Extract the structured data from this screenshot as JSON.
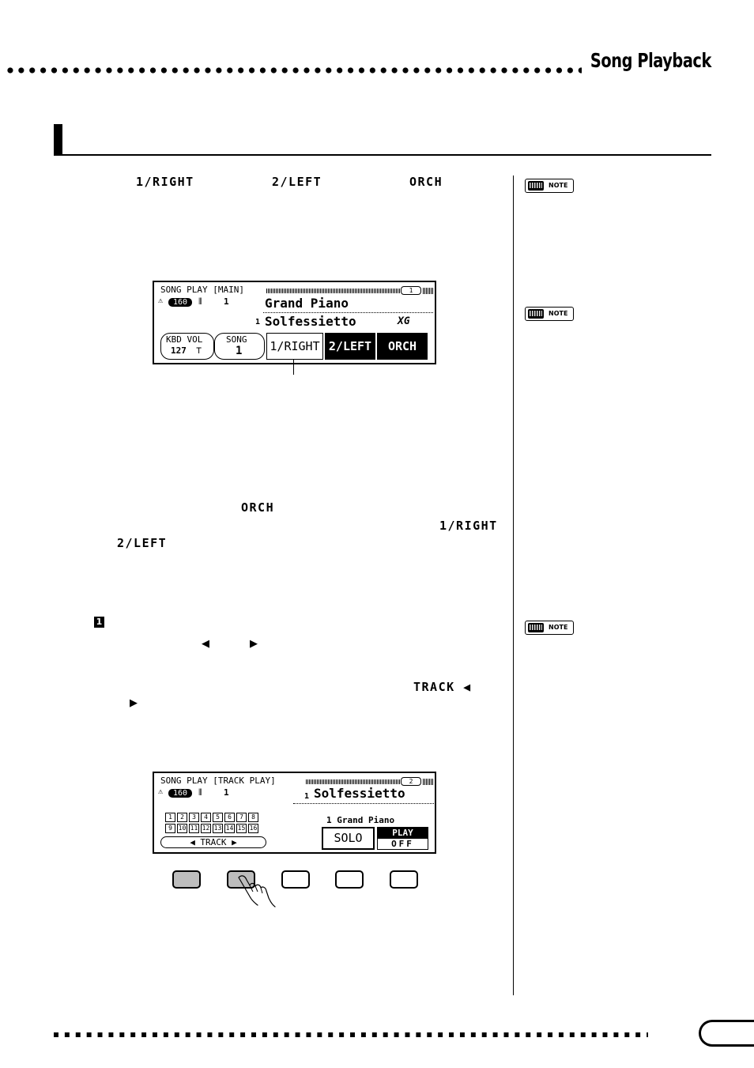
{
  "header": {
    "title": "Song Playback"
  },
  "para1": {
    "kw1": "1/RIGHT",
    "kw2": "2/LEFT",
    "kw3": "ORCH"
  },
  "note_labels": [
    "NOTE",
    "NOTE",
    "NOTE"
  ],
  "lcd1": {
    "title": "SONG PLAY [MAIN]",
    "page": "1",
    "tempo": "160",
    "measure": "1",
    "voice": "Grand Piano",
    "song_num": "1",
    "song_name": "Solfessietto",
    "xg": "XG",
    "kbd_vol_label": "KBD VOL",
    "kbd_vol_value": "127",
    "song_label": "SONG",
    "song_value": "1",
    "btn_right": "1/RIGHT",
    "btn_left": "2/LEFT",
    "btn_orch": "ORCH"
  },
  "para2": {
    "kw_orch": "ORCH",
    "kw_right": "1/RIGHT",
    "kw_left": "2/LEFT"
  },
  "step1": {
    "num": "1",
    "arrow_left": "◀",
    "arrow_right": "▶",
    "kw_track": "TRACK ◀",
    "arrow_right2": "▶"
  },
  "lcd2": {
    "title": "SONG PLAY [TRACK PLAY]",
    "page": "2",
    "tempo": "160",
    "measure": "1",
    "song_num": "1",
    "song_name": "Solfessietto",
    "tracks_row1": [
      "1",
      "2",
      "3",
      "4",
      "5",
      "6",
      "7",
      "8"
    ],
    "tracks_row2": [
      "9",
      "10",
      "11",
      "12",
      "13",
      "14",
      "15",
      "16"
    ],
    "track_btn": "◀ TRACK ▶",
    "track_voice": "1 Grand Piano",
    "solo": "SOLO",
    "play": "PLAY",
    "off": "OFF"
  }
}
